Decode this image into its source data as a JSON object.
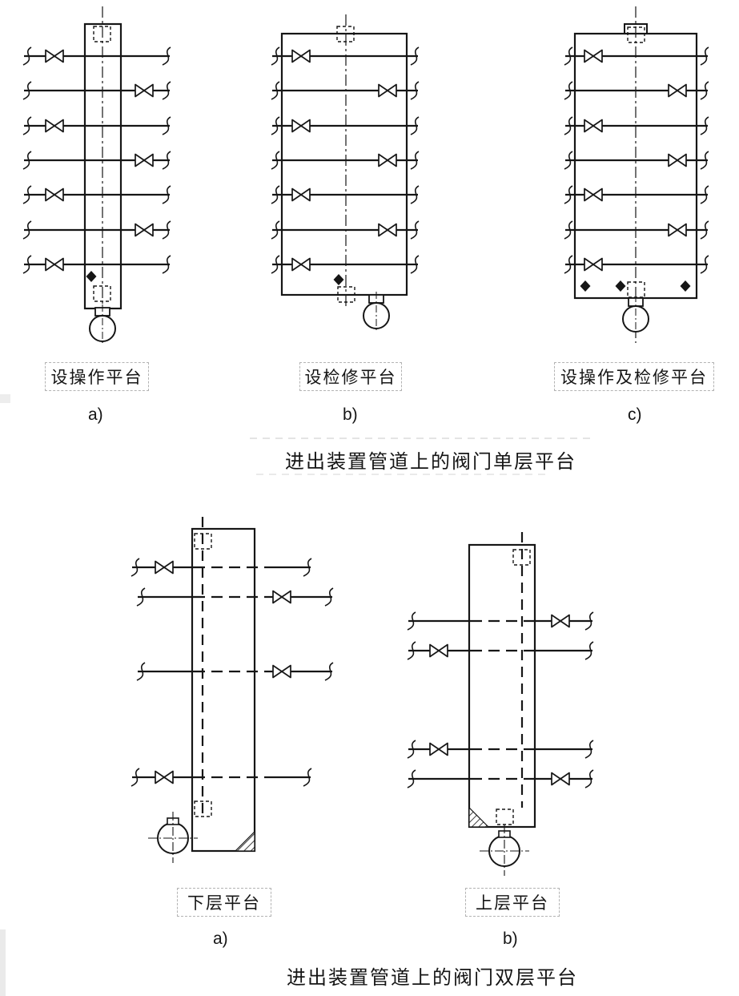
{
  "figure_top": {
    "caption": "进出装置管道上的阀门单层平台",
    "diagrams": [
      {
        "platform_label": "设操作平台",
        "index_label": "a)"
      },
      {
        "platform_label": "设检修平台",
        "index_label": "b)"
      },
      {
        "platform_label": "设操作及检修平台",
        "index_label": "c)"
      }
    ]
  },
  "figure_bottom": {
    "caption": "进出装置管道上的阀门双层平台",
    "diagrams": [
      {
        "platform_label": "下层平台",
        "index_label": "a)"
      },
      {
        "platform_label": "上层平台",
        "index_label": "b)"
      }
    ]
  },
  "colors": {
    "line": "#161616",
    "background": "#ffffff"
  },
  "symbols": {
    "valve_icon": "bowtie-valve",
    "pipe_break_icon": "s-curve-pipe-break",
    "pump_icon": "circle-pump",
    "drain_icon": "solid-diamond",
    "support_icon": "dashed-square-support",
    "corner_hatch_icon": "hatched-corner-triangle"
  }
}
